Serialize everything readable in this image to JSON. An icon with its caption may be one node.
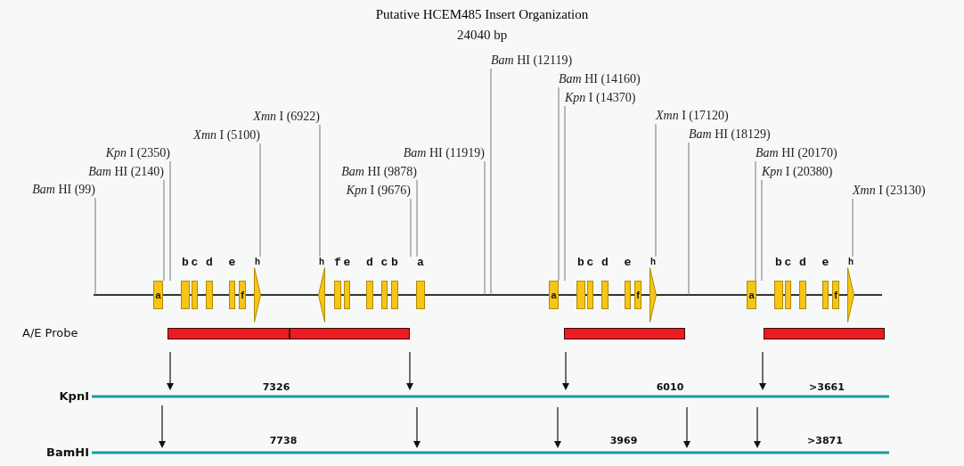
{
  "diagram": {
    "title": "Putative HCEM485 Insert Organization",
    "nodes": [
      {
        "text": [
          "*Bam* HI (99)"
        ]
      },
      {
        "text": [
          "*Bam* HI (2140)"
        ]
      },
      {
        "text": [
          "*Kpn* I (2350)"
        ]
      },
      {
        "text": [
          "*Xmn* I (5100)"
        ]
      },
      {
        "text": [
          "*Xmn* I (6922)"
        ]
      },
      {
        "text": [
          "*Kpn* I (9676)"
        ]
      },
      {
        "text": [
          "*Bam* HI (9878)"
        ]
      },
      {
        "text": [
          "*Bam* HI (11919)"
        ]
      },
      {
        "text": [
          "*Bam* HI (12119)"
        ]
      },
      {
        "text": [
          "*Bam* HI (14160)"
        ]
      },
      {
        "text": [
          "*Kpn* I (14370)"
        ]
      },
      {
        "text": [
          "*Xmn* I (17120)"
        ]
      },
      {
        "text": [
          "*Bam* HI (18129)"
        ]
      },
      {
        "text": [
          "*Bam* HI (20170)"
        ]
      },
      {
        "text": [
          "*Kpn* I (20380)"
        ]
      },
      {
        "text": [
          "*Xmn* I (23130)"
        ]
      },
      {
        "text": [
          "a"
        ]
      },
      {
        "text": [
          "b"
        ]
      },
      {
        "text": [
          "c"
        ]
      },
      {
        "text": [
          "d"
        ]
      },
      {
        "text": [
          "e"
        ]
      },
      {
        "text": [
          "f"
        ]
      },
      {
        "text": [
          "h"
        ]
      },
      {
        "text": [
          "h"
        ]
      },
      {
        "text": [
          "f"
        ]
      },
      {
        "text": [
          "e"
        ]
      },
      {
        "text": [
          "d"
        ]
      },
      {
        "text": [
          "c"
        ]
      },
      {
        "text": [
          "b"
        ]
      },
      {
        "text": [
          "a"
        ]
      },
      {
        "text": [
          "a"
        ]
      },
      {
        "text": [
          "b"
        ]
      },
      {
        "text": [
          "c"
        ]
      },
      {
        "text": [
          "d"
        ]
      },
      {
        "text": [
          "e"
        ]
      },
      {
        "text": [
          "f"
        ]
      },
      {
        "text": [
          "h"
        ]
      },
      {
        "text": [
          "a"
        ]
      },
      {
        "text": [
          "b"
        ]
      },
      {
        "text": [
          "c"
        ]
      },
      {
        "text": [
          "d"
        ]
      },
      {
        "text": [
          "e"
        ]
      },
      {
        "text": [
          "f"
        ]
      },
      {
        "text": [
          "h"
        ]
      },
      {
        "text": [],
        "shape": "bar"
      },
      {
        "text": [],
        "shape": "bar"
      },
      {
        "text": [],
        "shape": "bar"
      },
      {
        "text": [],
        "shape": "bar"
      }
    ],
    "edges": [
      {
        "from": 0,
        "to": null,
        "arrow": "none"
      },
      {
        "from": 1,
        "to": 16,
        "arrow": "none"
      },
      {
        "from": 2,
        "to": 16,
        "arrow": "none"
      },
      {
        "from": 3,
        "to": 22,
        "arrow": "none"
      },
      {
        "from": 4,
        "to": 23,
        "arrow": "none"
      },
      {
        "from": 5,
        "to": 29,
        "arrow": "none"
      },
      {
        "from": 6,
        "to": 29,
        "arrow": "none"
      },
      {
        "from": 7,
        "to": null,
        "arrow": "none"
      },
      {
        "from": 8,
        "to": null,
        "arrow": "none"
      },
      {
        "from": 9,
        "to": 30,
        "arrow": "none"
      },
      {
        "from": 10,
        "to": 30,
        "arrow": "none"
      },
      {
        "from": 11,
        "to": 36,
        "arrow": "none"
      },
      {
        "from": 12,
        "to": null,
        "arrow": "none"
      },
      {
        "from": 13,
        "to": 37,
        "arrow": "none"
      },
      {
        "from": 14,
        "to": 37,
        "arrow": "none"
      },
      {
        "from": 15,
        "to": 43,
        "arrow": "none"
      }
    ],
    "labels": [
      "24040 bp",
      "A/E Probe",
      "KpnI",
      "7326",
      "6010",
      ">3661",
      "BamHI",
      "7738",
      "3969",
      ">3871"
    ]
  }
}
